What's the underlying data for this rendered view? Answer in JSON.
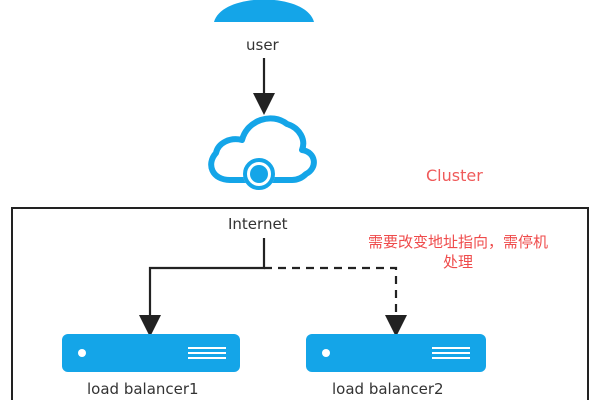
{
  "nodes": {
    "user": {
      "label": "user"
    },
    "internet": {
      "label": "Internet"
    },
    "load_balancer_1": {
      "label": "load balancer1"
    },
    "load_balancer_2": {
      "label": "load balancer2"
    }
  },
  "cluster": {
    "label": "Cluster"
  },
  "note": {
    "line1": "需要改变地址指向，需停机",
    "line2": "处理"
  },
  "colors": {
    "accent": "#14a5e8",
    "line": "#222222",
    "note": "#ef4b4b"
  }
}
